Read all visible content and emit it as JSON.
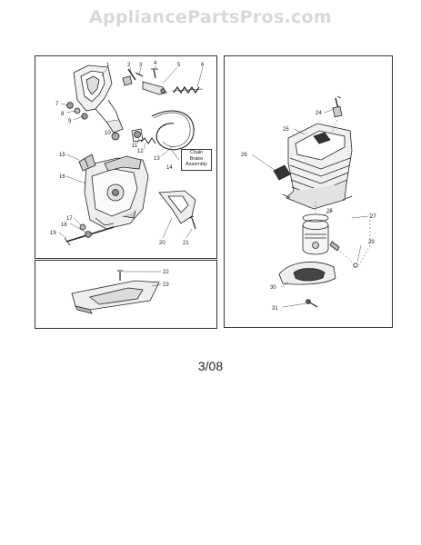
{
  "watermark": "AppliancePartsPros.com",
  "callouts": [
    "1",
    "2",
    "3",
    "4",
    "5",
    "6",
    "7",
    "8",
    "9",
    "10",
    "11",
    "12",
    "13",
    "14",
    "15",
    "16",
    "17",
    "18",
    "19",
    "20",
    "21",
    "22",
    "23",
    "24",
    "25",
    "26",
    "27",
    "28",
    "29",
    "30",
    "31"
  ],
  "chain_brake_label": [
    "Chain",
    "Brake",
    "Assembly"
  ],
  "date_code": "3/08"
}
